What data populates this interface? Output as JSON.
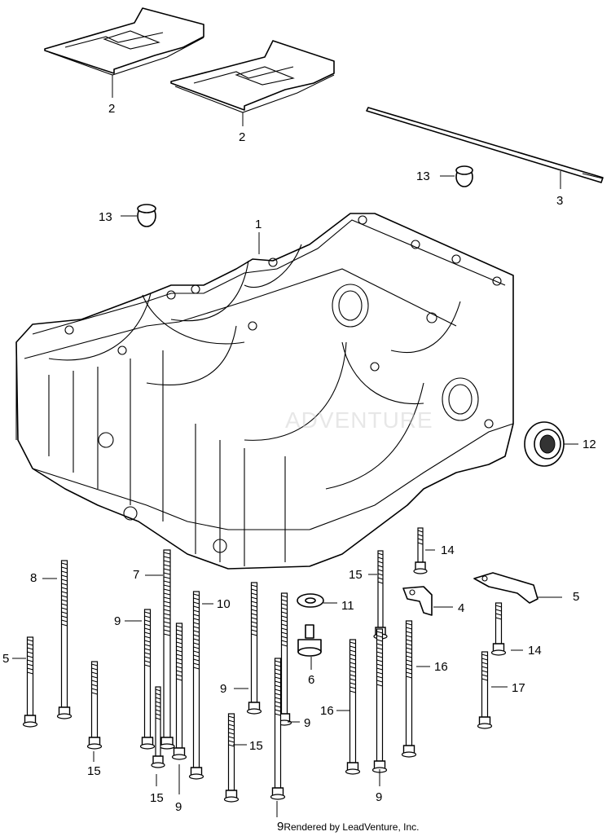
{
  "watermark": "ADVENTURE",
  "footer": {
    "prefix": "9",
    "text": "Rendered by LeadVenture, Inc."
  },
  "callouts": [
    "2",
    "2",
    "3",
    "13",
    "13",
    "1",
    "12",
    "14",
    "15",
    "5",
    "8",
    "7",
    "10",
    "9",
    "11",
    "4",
    "14",
    "5",
    "6",
    "16",
    "17",
    "9",
    "9",
    "16",
    "15",
    "15",
    "15",
    "9",
    "9"
  ]
}
